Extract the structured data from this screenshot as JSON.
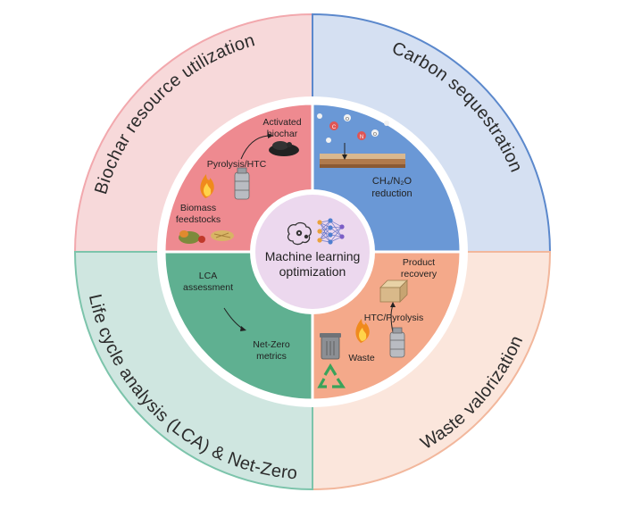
{
  "diagram": {
    "center": {
      "line1": "Machine learning",
      "line2": "optimization"
    },
    "outer_ring": {
      "biochar": "Biochar resource utilization",
      "carbon": "Carbon sequestration",
      "waste": "Waste valorization",
      "lca": "Life cycle analysis (LCA) & Net-Zero"
    },
    "quadrants": {
      "biochar": {
        "activated_line1": "Activated",
        "activated_line2": "biochar",
        "process": "Pyrolysis/HTC",
        "feed_line1": "Biomass",
        "feed_line2": "feedstocks"
      },
      "carbon": {
        "molecules": [
          "C",
          "O",
          "N",
          "O"
        ],
        "reduction_line1": "CH₄/N₂O",
        "reduction_line2": "reduction"
      },
      "lca": {
        "assessment_line1": "LCA",
        "assessment_line2": "assessment",
        "metrics_line1": "Net-Zero",
        "metrics_line2": "metrics"
      },
      "waste": {
        "product_line1": "Product",
        "product_line2": "recovery",
        "process": "HTC/Pyrolysis",
        "waste": "Waste"
      }
    },
    "colors": {
      "outer_biochar": "#f7d9da",
      "outer_carbon": "#d5e0f2",
      "outer_lca": "#cfe6e0",
      "outer_waste": "#fbe6dc",
      "inner_biochar": "#ee8a90",
      "inner_carbon": "#6a98d6",
      "inner_lca": "#5fb091",
      "inner_waste": "#f4a98a",
      "border_biochar": "#f2a8ad",
      "border_carbon": "#5b88cc",
      "border_lca": "#7cc4ab",
      "border_waste": "#f2b79c",
      "center_fill": "#ecd8ee"
    }
  }
}
